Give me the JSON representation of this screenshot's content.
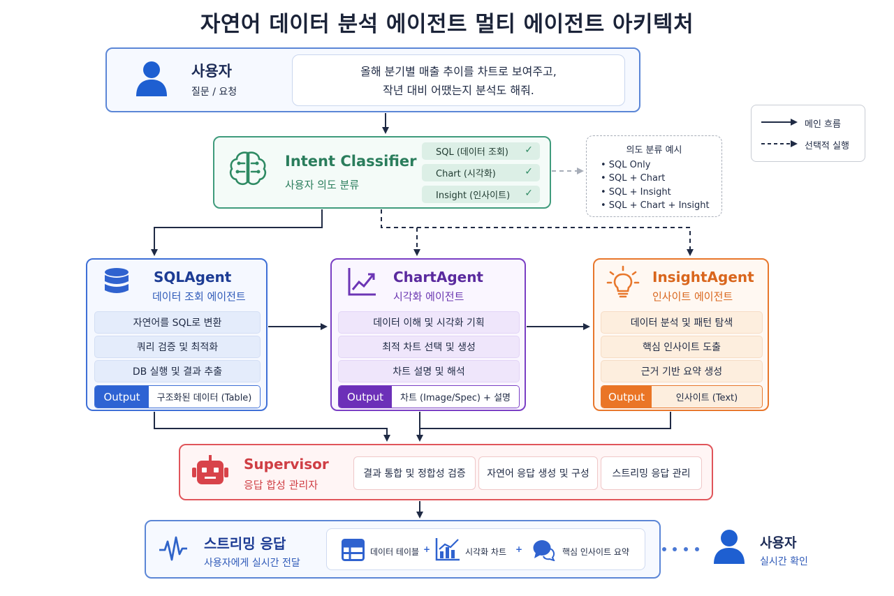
{
  "title": "자연어 데이터 분석 에이전트 멀티 에이전트 아키텍처",
  "user": {
    "name": "사용자",
    "sub": "질문 / 요청",
    "message_line1": "올해 분기별 매출 추이를 차트로 보여주고,",
    "message_line2": "작년 대비 어땠는지 분석도 해줘."
  },
  "legend": {
    "main_flow": "메인 흐름",
    "optional": "선택적 실행"
  },
  "intent": {
    "name": "Intent Classifier",
    "sub": "사용자 의도 분류",
    "options": [
      "SQL (데이터 조회)",
      "Chart (시각화)",
      "Insight (인사이트)"
    ],
    "check": "✓"
  },
  "examples": {
    "title": "의도 분류 예시",
    "items": [
      "• SQL Only",
      "• SQL + Chart",
      "• SQL + Insight",
      "• SQL + Chart + Insight"
    ]
  },
  "sql_agent": {
    "name": "SQLAgent",
    "sub": "데이터 조회 에이전트",
    "steps": [
      "자연어를 SQL로 변환",
      "쿼리 검증 및 최적화",
      "DB 실행 및 결과 추출"
    ],
    "output_label": "Output",
    "output_value": "구조화된 데이터 (Table)"
  },
  "chart_agent": {
    "name": "ChartAgent",
    "sub": "시각화 에이전트",
    "steps": [
      "데이터 이해 및 시각화 기획",
      "최적 차트 선택 및 생성",
      "차트 설명 및 해석"
    ],
    "output_label": "Output",
    "output_value": "차트 (Image/Spec) + 설명"
  },
  "insight_agent": {
    "name": "InsightAgent",
    "sub": "인사이트 에이전트",
    "steps": [
      "데이터 분석 및 패턴 탐색",
      "핵심 인사이트 도출",
      "근거 기반 요약 생성"
    ],
    "output_label": "Output",
    "output_value": "인사이트 (Text)"
  },
  "supervisor": {
    "name": "Supervisor",
    "sub": "응답 합성 관리자",
    "tasks": [
      "결과 통합 및 정합성 검증",
      "자연어 응답 생성 및 구성",
      "스트리밍 응답 관리"
    ]
  },
  "stream": {
    "name": "스트리밍 응답",
    "sub": "사용자에게 실시간 전달",
    "items": [
      "데이터 테이블",
      "시각화 차트",
      "핵심 인사이트 요약"
    ],
    "plus": "+"
  },
  "final_user": {
    "name": "사용자",
    "sub": "실시간 확인"
  },
  "colors": {
    "blue": "#3e6fd6",
    "green": "#3f9b7c",
    "purple": "#7a3fc4",
    "orange": "#e8772c",
    "red": "#e0555a"
  }
}
